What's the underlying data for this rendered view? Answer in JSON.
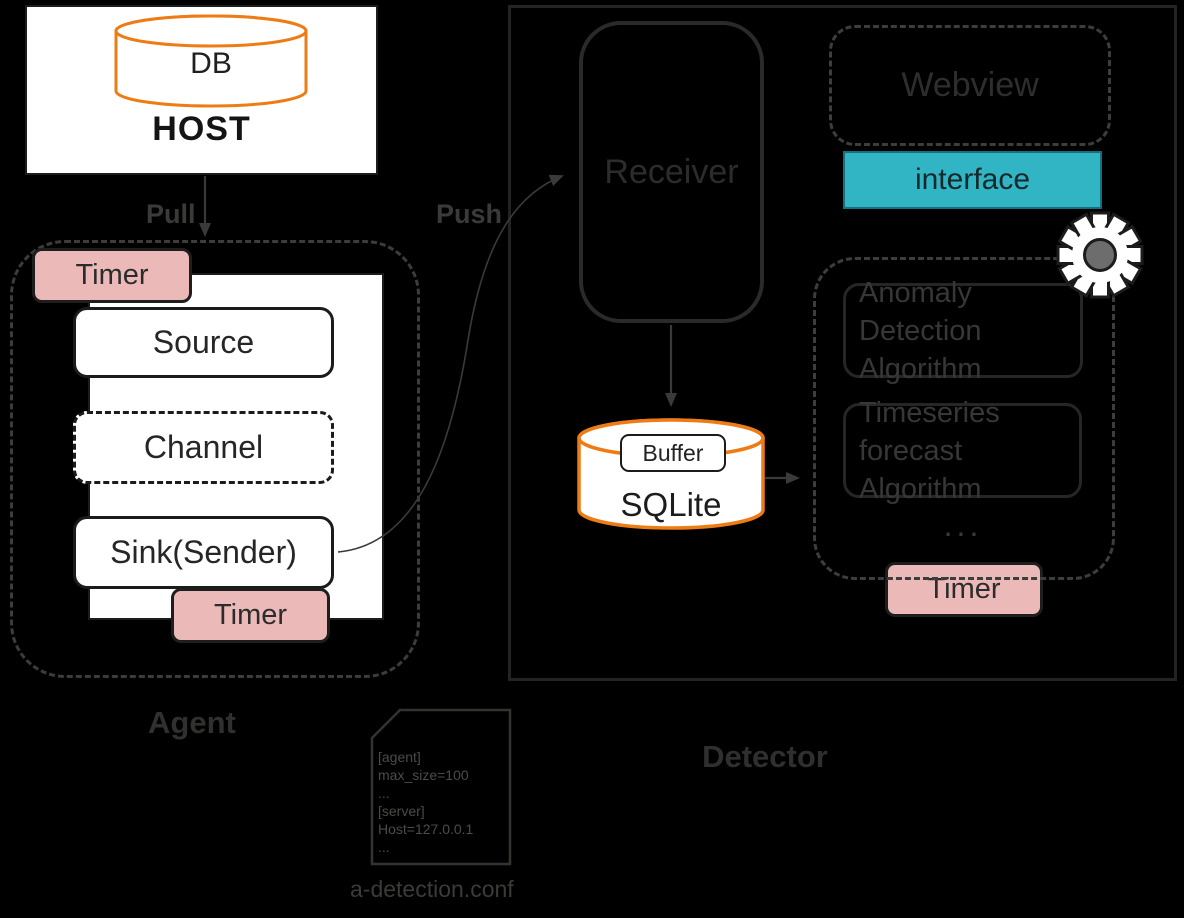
{
  "host_panel": {
    "db": "DB",
    "title": "HOST"
  },
  "connections": {
    "pull": "Pull",
    "push": "Push"
  },
  "agent": {
    "timer_top": "Timer",
    "source": "Source",
    "channel": "Channel",
    "sink": "Sink(Sender)",
    "timer_bottom": "Timer",
    "label": "Agent"
  },
  "detector": {
    "label": "Detector",
    "receiver": "Receiver",
    "webview": "Webview",
    "interface": "interface",
    "anomaly_algorithm": "Anomaly Detection\nAlgorithm",
    "timeseries_algorithm": "Timeseries forecast\nAlgorithm",
    "ellipsis": "...",
    "timer": "Timer",
    "buffer": "Buffer",
    "sqlite": "SQLite"
  },
  "config_file": {
    "lines": [
      "[agent]",
      "max_size=100",
      "...",
      "[server]",
      "Host=127.0.0.1",
      "..."
    ],
    "caption": "a-detection.conf"
  },
  "colors": {
    "background": "#000000",
    "orange_accent": "#ee7c14",
    "teal_accent": "#31b4c4",
    "timer_pink": "#ecb9b9",
    "gear_gray": "#6d6d6d"
  }
}
